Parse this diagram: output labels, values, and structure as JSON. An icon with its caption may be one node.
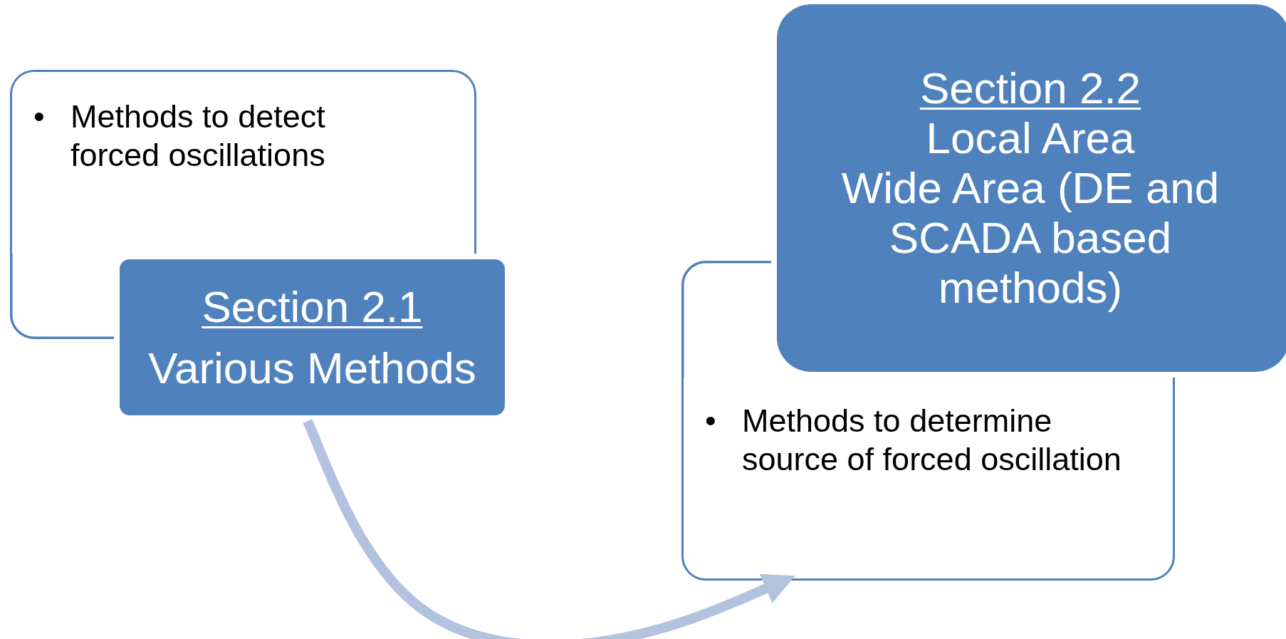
{
  "diagram": {
    "nodes": [
      {
        "text": [
          "•",
          "Methods to detect forced oscillations"
        ]
      },
      {
        "text": [
          "Section 2.1",
          "Various Methods"
        ]
      },
      {
        "text": [
          "Section 2.2",
          "Local Area",
          "Wide Area (DE and SCADA based methods)"
        ]
      },
      {
        "text": [
          "•",
          "Methods to determine source of forced oscillation"
        ]
      }
    ],
    "edges": [
      {
        "from": 1,
        "to": 3,
        "arrow": "to",
        "color": "#b3c2de"
      }
    ]
  }
}
